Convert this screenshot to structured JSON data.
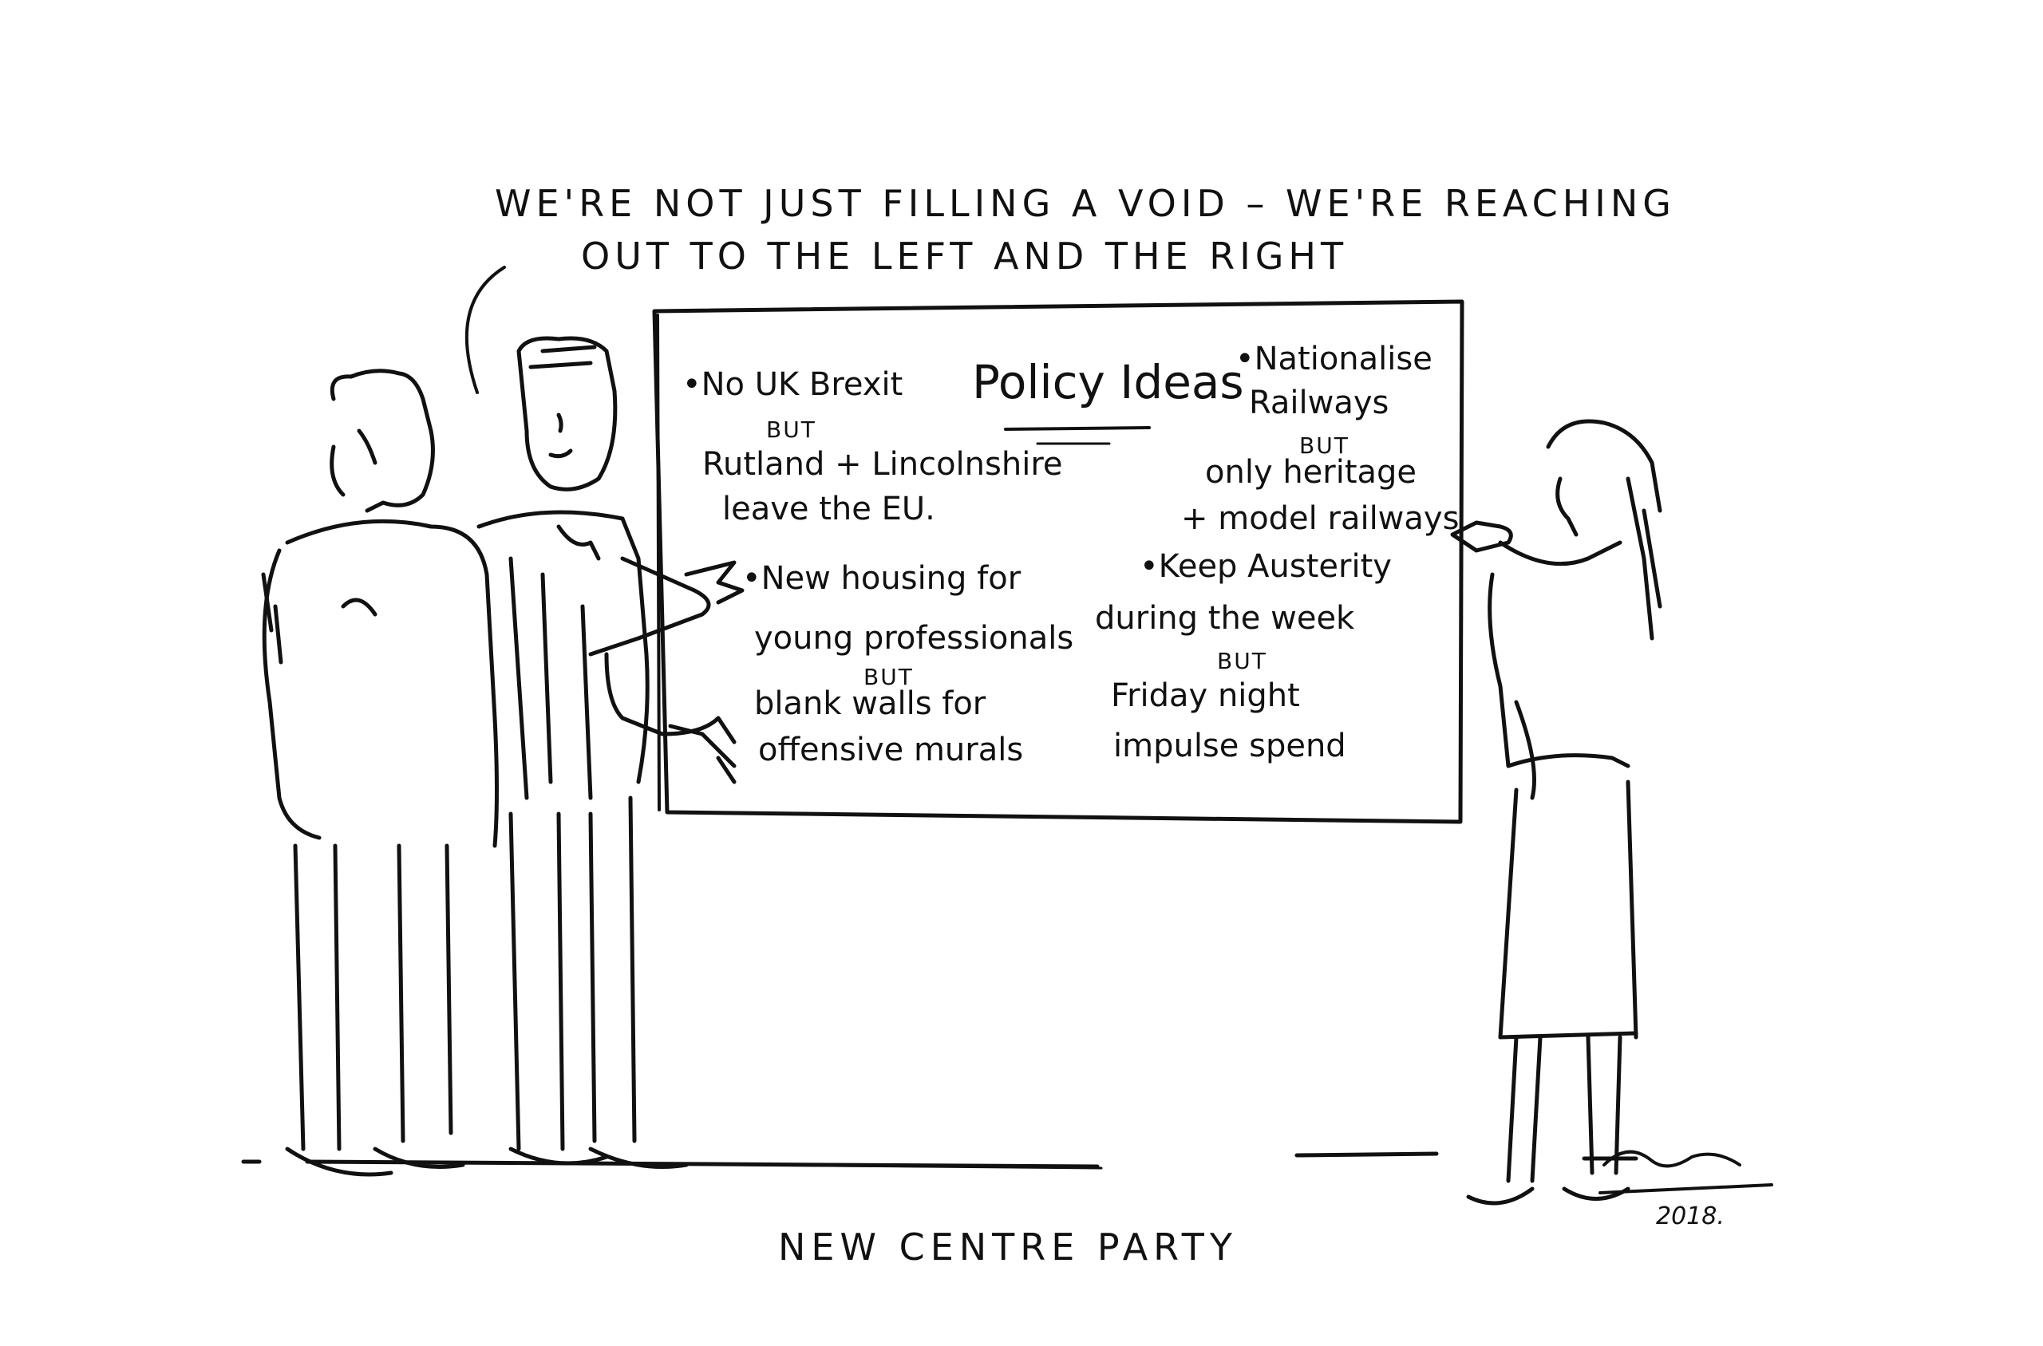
{
  "speech": {
    "line1": "WE'RE NOT JUST FILLING A VOID – WE'RE REACHING",
    "line2": "OUT TO THE LEFT AND THE RIGHT"
  },
  "whiteboard": {
    "title": "Policy Ideas",
    "items": [
      {
        "main": "•No UK Brexit",
        "but": "BUT",
        "rest1": "Rutland + Lincolnshire",
        "rest2": "leave the EU."
      },
      {
        "main1": "•Nationalise",
        "main2": "Railways",
        "but": "BUT",
        "rest1": "only heritage",
        "rest2": "+ model railways"
      },
      {
        "main1": "•New housing for",
        "main2": "young professionals",
        "but": "BUT",
        "rest1": "blank walls for",
        "rest2": "offensive murals"
      },
      {
        "main1": "•Keep Austerity",
        "main2": "during the week",
        "but": "BUT",
        "rest1": "Friday night",
        "rest2": "impulse spend"
      }
    ]
  },
  "caption": "NEW CENTRE PARTY",
  "signature": "2018."
}
